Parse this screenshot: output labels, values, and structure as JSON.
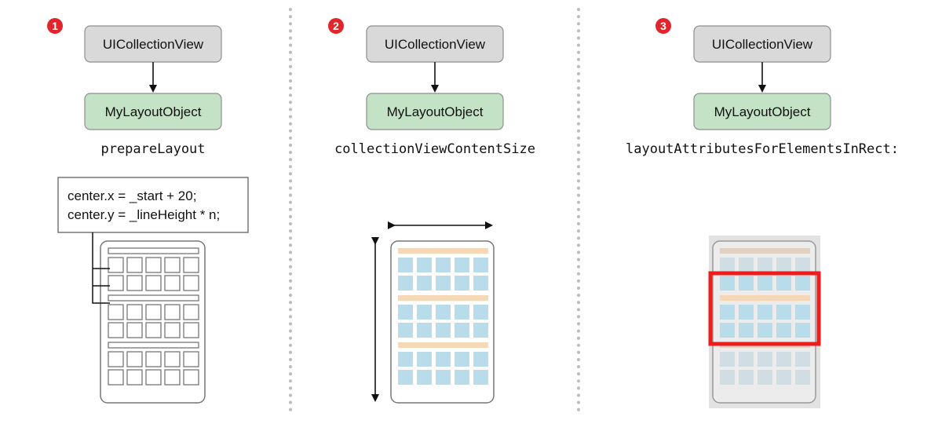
{
  "colors": {
    "badge": "#e0262c",
    "node_gray_fill": "#d9d9d9",
    "node_green_fill": "#c3e2c6",
    "cell_blue": "#b8dcea",
    "header_orange": "#f6d7b6",
    "highlight_red": "#ee1c1c",
    "dimmed_background": "#e2e2e2"
  },
  "panels": [
    {
      "step": "1",
      "source_node": "UICollectionView",
      "target_node": "MyLayoutObject",
      "method": "prepareLayout",
      "code_lines": [
        "center.x = _start + 20;",
        "center.y = _lineHeight * n;"
      ]
    },
    {
      "step": "2",
      "source_node": "UICollectionView",
      "target_node": "MyLayoutObject",
      "method": "collectionViewContentSize"
    },
    {
      "step": "3",
      "source_node": "UICollectionView",
      "target_node": "MyLayoutObject",
      "method": "layoutAttributesForElementsInRect:"
    }
  ]
}
